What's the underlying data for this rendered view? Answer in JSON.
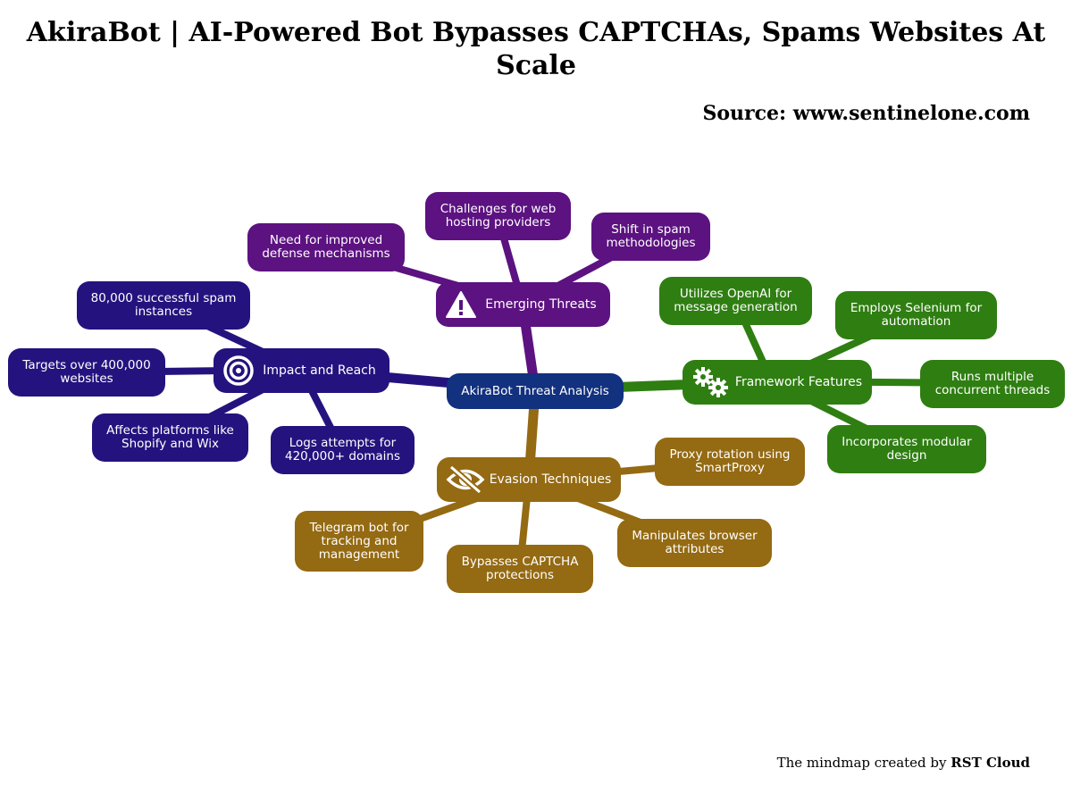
{
  "title": "AkiraBot | AI-Powered Bot Bypasses CAPTCHAs, Spams Websites At Scale",
  "source": "Source: www.sentinelone.com",
  "credit": {
    "prefix": "The mindmap created by",
    "brand": "RST Cloud"
  },
  "colors": {
    "center": "#12317e",
    "emerging": "#5c1280",
    "impact": "#24137e",
    "framework": "#2f7e12",
    "evasion": "#946a12"
  },
  "mindmap": {
    "center": "AkiraBot Threat Analysis",
    "branches": {
      "emerging": {
        "label": "Emerging Threats",
        "icon": "warning-icon",
        "leaves": [
          "Need for improved defense mechanisms",
          "Challenges for web hosting providers",
          "Shift in spam methodologies"
        ]
      },
      "impact": {
        "label": "Impact and Reach",
        "icon": "target-icon",
        "leaves": [
          "80,000 successful spam instances",
          "Targets over 400,000 websites",
          "Affects platforms like Shopify and Wix",
          "Logs attempts for 420,000+ domains"
        ]
      },
      "framework": {
        "label": "Framework Features",
        "icon": "gears-icon",
        "leaves": [
          "Utilizes OpenAI for message generation",
          "Employs Selenium for automation",
          "Runs multiple concurrent threads",
          "Incorporates modular design"
        ]
      },
      "evasion": {
        "label": "Evasion Techniques",
        "icon": "eye-slash-icon",
        "leaves": [
          "Proxy rotation using SmartProxy",
          "Manipulates browser attributes",
          "Bypasses CAPTCHA protections",
          "Telegram bot for tracking and management"
        ]
      }
    }
  }
}
